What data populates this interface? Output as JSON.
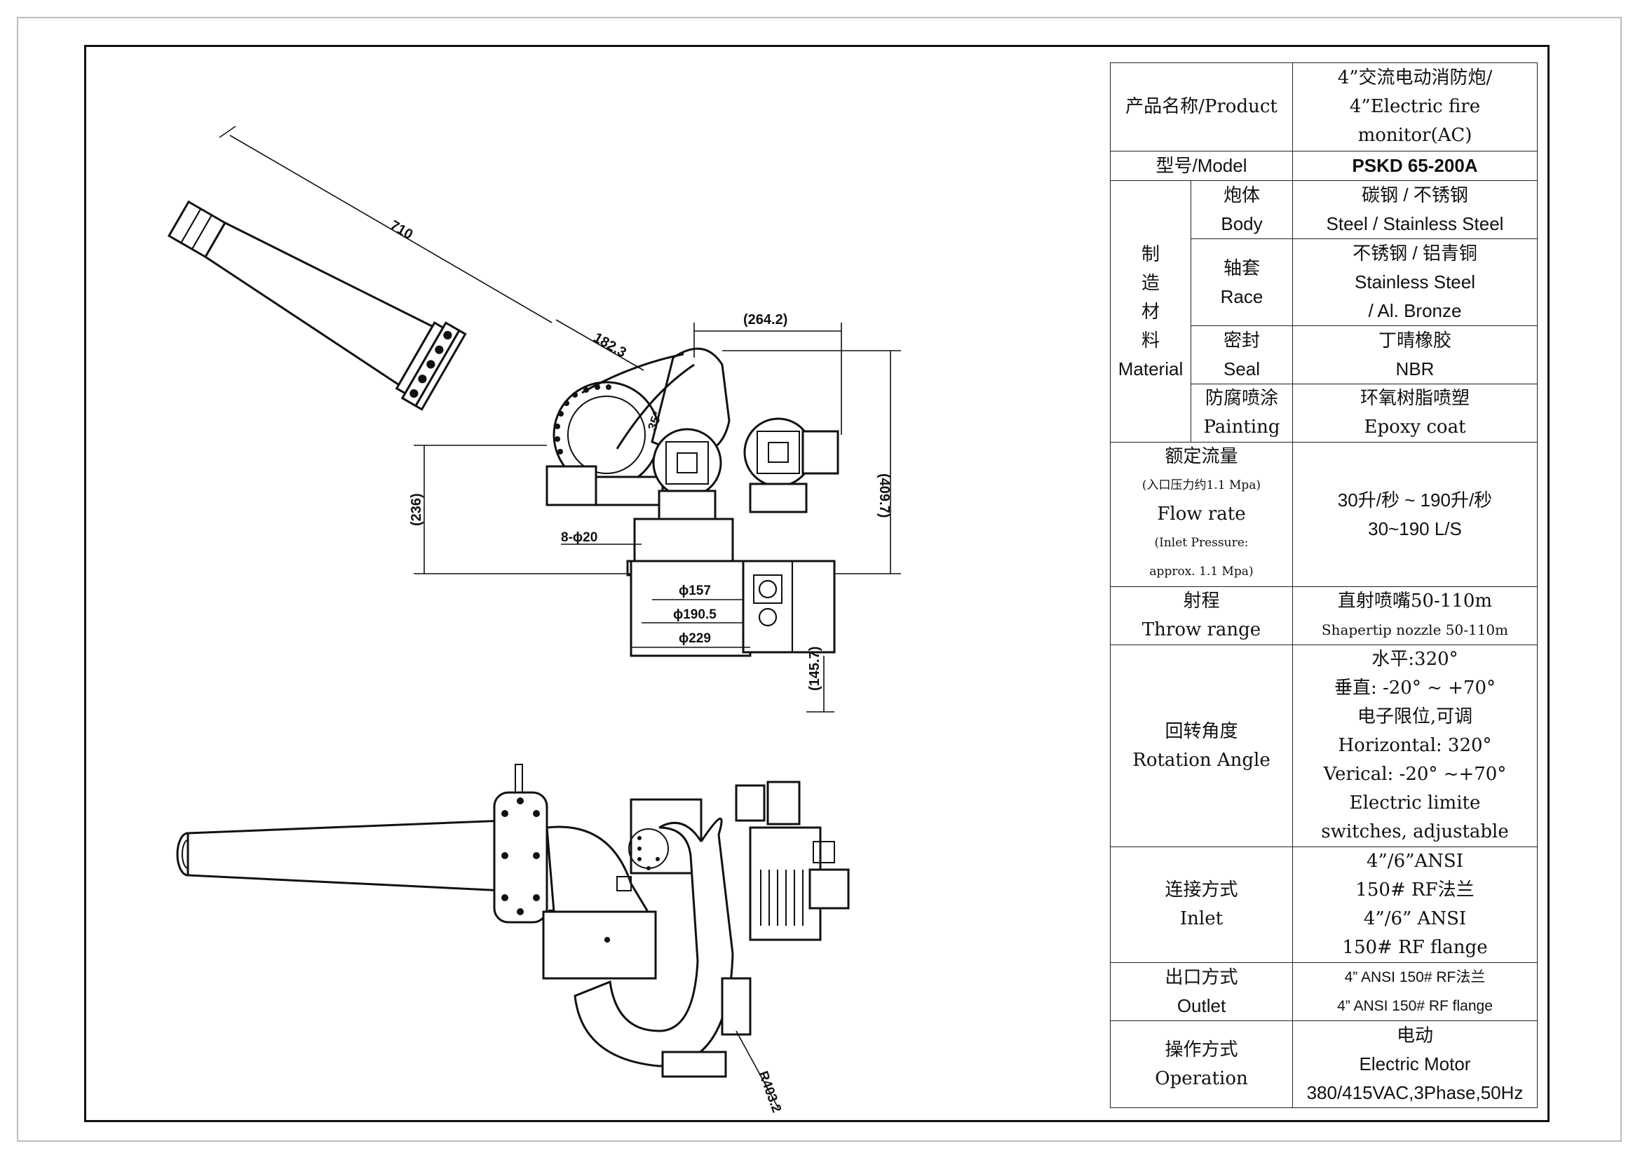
{
  "dimensions": {
    "nozzle_length": "710",
    "flange_offset": "182.3",
    "angle": "35°",
    "width_top": "(264.2)",
    "height_total": "(409.7)",
    "height_left": "(236)",
    "bolt_holes": "8-ϕ20",
    "d1": "ϕ157",
    "d2": "ϕ190.5",
    "d3": "ϕ229",
    "base_height": "(145.7)",
    "radius": "R403.2"
  },
  "spec": {
    "product": {
      "label": "产品名称/Product",
      "value": [
        "4”交流电动消防炮/",
        "4”Electric fire",
        "monitor(AC)"
      ]
    },
    "model": {
      "label": "型号/Model",
      "value": "PSKD 65-200A"
    },
    "material": {
      "label_cn": [
        "制",
        "造",
        "材",
        "料"
      ],
      "label_en": "Material",
      "rows": [
        {
          "part": [
            "炮体",
            "Body"
          ],
          "value": [
            "碳钢 / 不锈钢",
            "Steel / Stainless Steel"
          ]
        },
        {
          "part": [
            "轴套",
            "Race"
          ],
          "value": [
            "不锈钢 / 铝青铜",
            "Stainless Steel",
            "/ Al. Bronze"
          ]
        },
        {
          "part": [
            "密封",
            "Seal"
          ],
          "value": [
            "丁晴橡胶",
            "NBR"
          ]
        },
        {
          "part": [
            "防腐喷涂",
            "Painting"
          ],
          "value": [
            "环氧树脂喷塑",
            "Epoxy coat"
          ]
        }
      ]
    },
    "flow": {
      "label": [
        "额定流量",
        "(入口压力约1.1 Mpa)",
        "Flow rate",
        "(Inlet Pressure:",
        "approx. 1.1 Mpa)"
      ],
      "value": [
        "30升/秒 ~ 190升/秒",
        "30~190 L/S"
      ]
    },
    "throw": {
      "label": [
        "射程",
        "Throw range"
      ],
      "value": [
        "直射喷嘴50-110m",
        "Shapertip nozzle 50-110m"
      ]
    },
    "rotation": {
      "label": [
        "回转角度",
        "Rotation Angle"
      ],
      "value": [
        "水平:320°",
        "垂直: -20° ~ +70°",
        "电子限位,可调",
        "Horizontal: 320°",
        "Verical: -20° ~+70°",
        "Electric limite",
        "switches, adjustable"
      ]
    },
    "inlet": {
      "label": [
        "连接方式",
        "Inlet"
      ],
      "value": [
        "4”/6”ANSI",
        "150# RF法兰",
        "4”/6” ANSI",
        "150# RF flange"
      ]
    },
    "outlet": {
      "label": [
        "出口方式",
        "Outlet"
      ],
      "value": [
        "4” ANSI 150# RF法兰",
        "4” ANSI 150# RF flange"
      ]
    },
    "operation": {
      "label": [
        "操作方式",
        "Operation"
      ],
      "value": [
        "电动",
        "Electric Motor",
        "380/415VAC,3Phase,50Hz"
      ]
    }
  }
}
